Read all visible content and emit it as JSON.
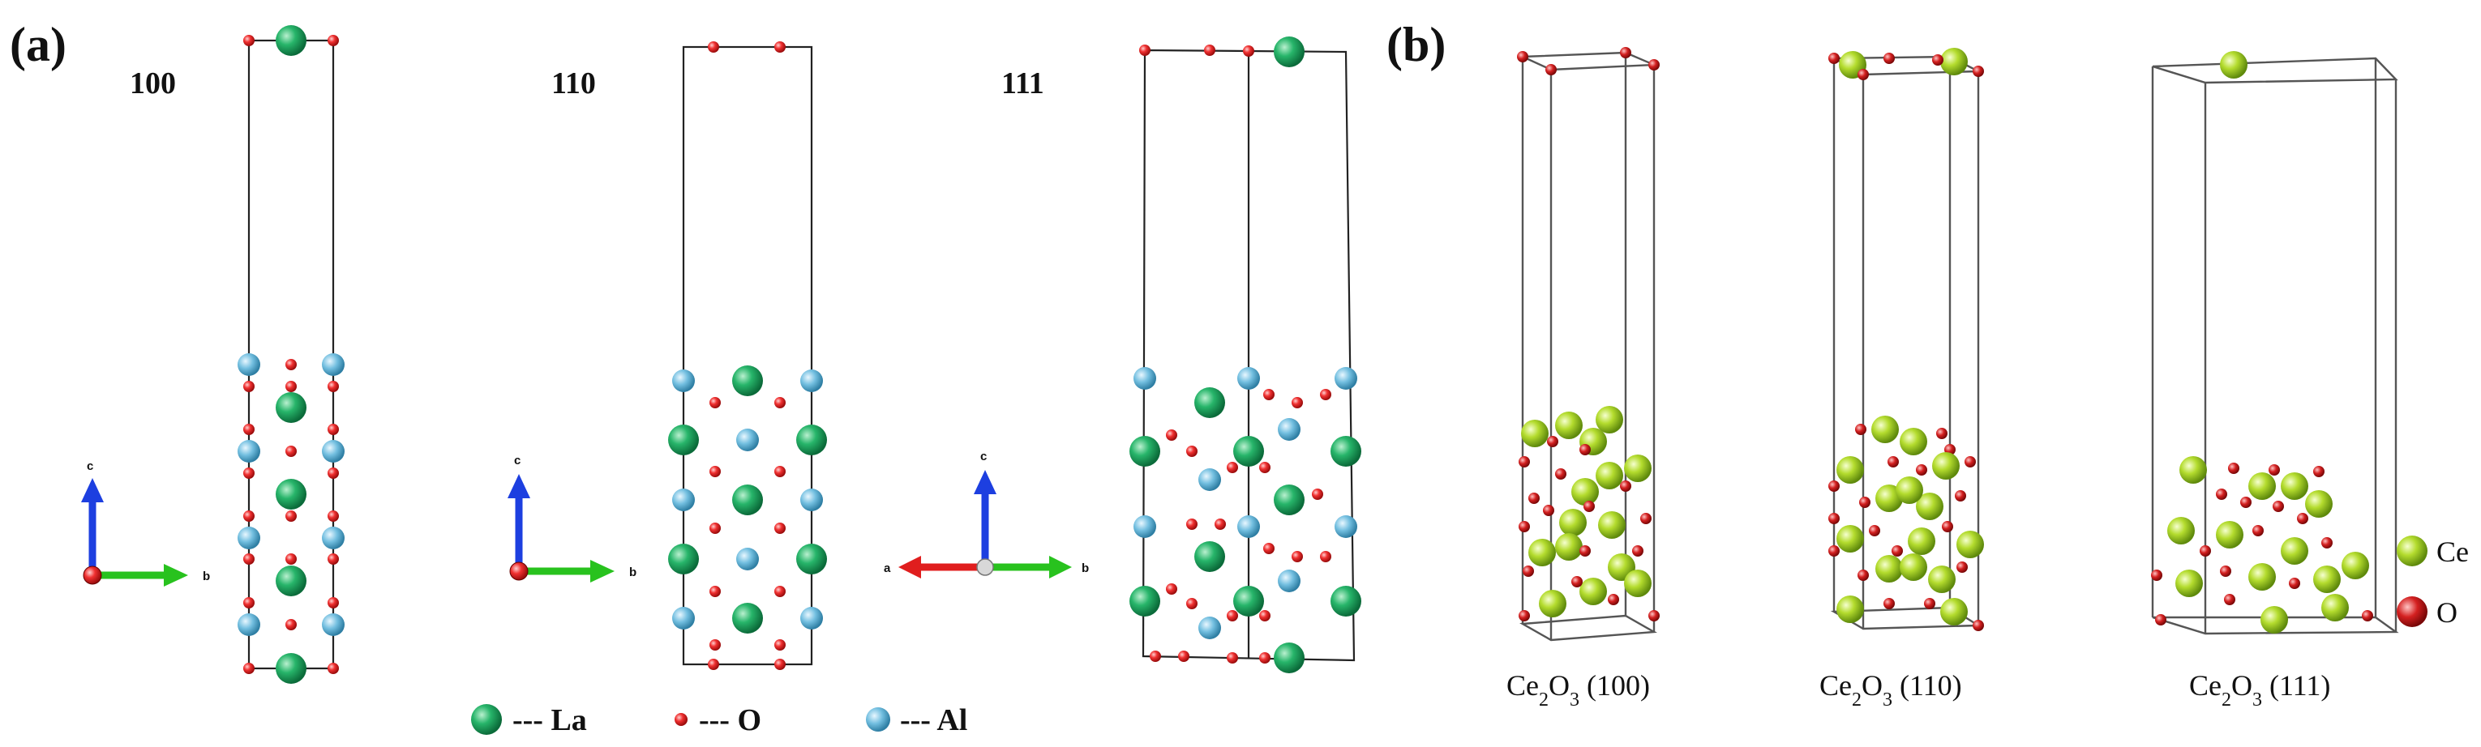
{
  "panel_a": {
    "label": "(a)",
    "facets": [
      "100",
      "110",
      "111"
    ],
    "axes_100": {
      "c": "c",
      "b": "b"
    },
    "axes_110": {
      "c": "c",
      "b": "b"
    },
    "axes_111": {
      "c": "c",
      "a": "a",
      "b": "b"
    },
    "legend": [
      {
        "text": "--- La",
        "color": "#1aa05a"
      },
      {
        "text": "--- O",
        "color": "#e2231a"
      },
      {
        "text": "--- Al",
        "color": "#5aaed0"
      }
    ]
  },
  "panel_b": {
    "label": "(b)",
    "captions": [
      {
        "formula": "Ce",
        "sub": "2",
        "mid": "O",
        "sub2": "3",
        "plane": " (100)"
      },
      {
        "formula": "Ce",
        "sub": "2",
        "mid": "O",
        "sub2": "3",
        "plane": " (110)"
      },
      {
        "formula": "Ce",
        "sub": "2",
        "mid": "O",
        "sub2": "3",
        "plane": " (111)"
      }
    ],
    "legend": [
      {
        "text": "Ce",
        "color": "#9acd1e"
      },
      {
        "text": "O",
        "color": "#cc1f1f"
      }
    ]
  }
}
